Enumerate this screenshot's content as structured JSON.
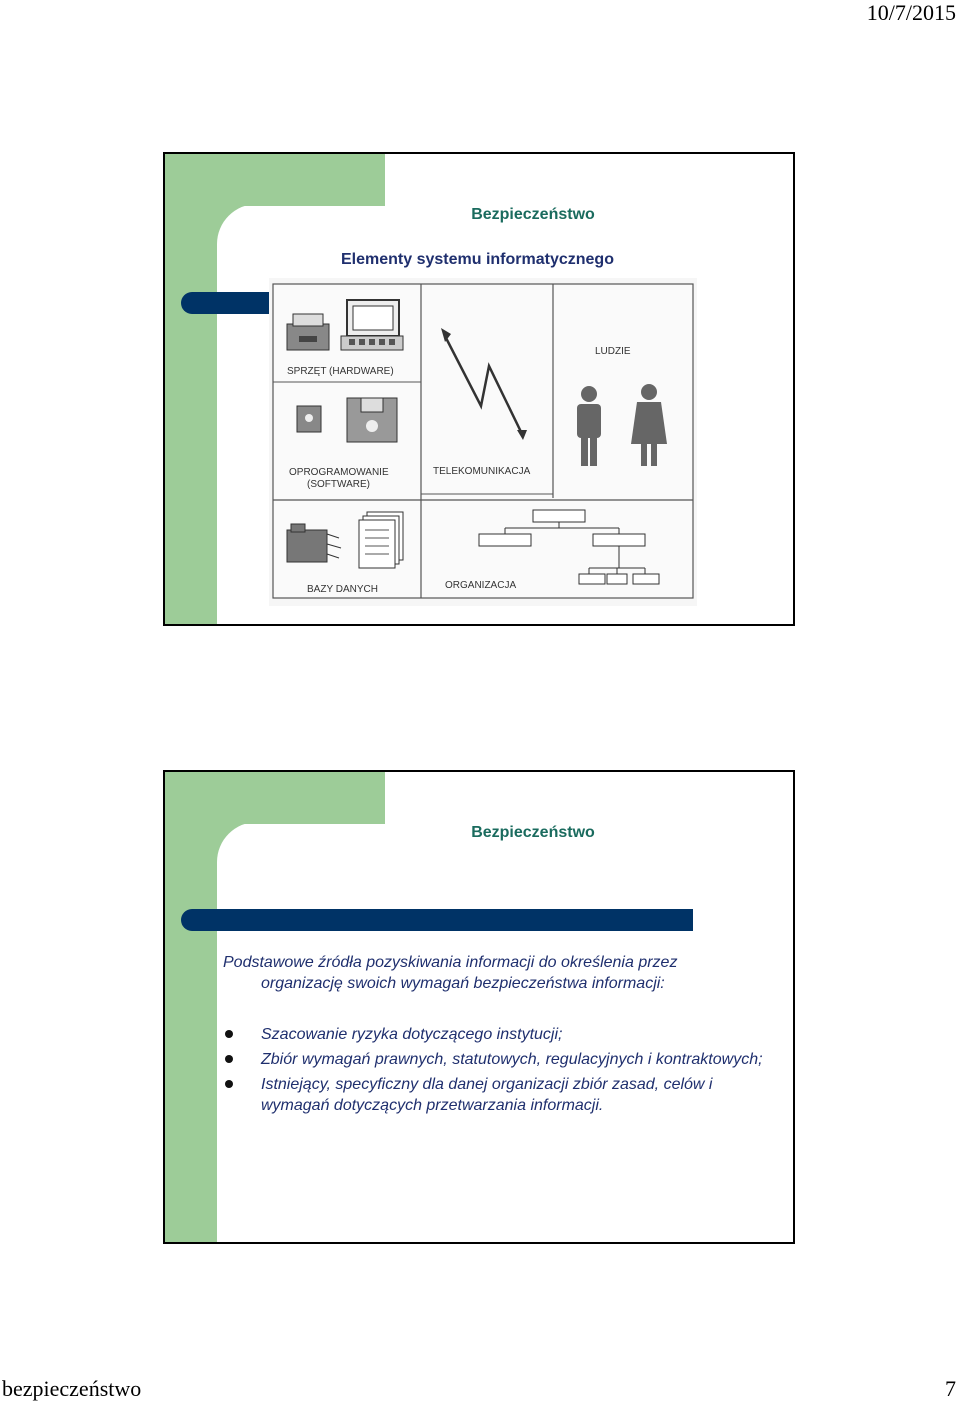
{
  "header": {
    "date": "10/7/2015"
  },
  "footer": {
    "left": "bezpieczeństwo",
    "page_number": "7"
  },
  "slide1": {
    "title": "Bezpieczeństwo",
    "heading": "Elementy systemu informatycznego",
    "figure": {
      "labels": {
        "hardware": "SPRZĘT (HARDWARE)",
        "software_1": "OPROGRAMOWANIE",
        "software_2": "(SOFTWARE)",
        "telecom": "TELEKOMUNIKACJA",
        "people": "LUDZIE",
        "databases": "BAZY DANYCH",
        "organization": "ORGANIZACJA"
      }
    }
  },
  "slide2": {
    "title": "Bezpieczeństwo",
    "intro_line1": "Podstawowe źródła pozyskiwania informacji do określenia przez",
    "intro_line2": "organizację swoich wymagań bezpieczeństwa informacji:",
    "bullets": [
      "Szacowanie ryzyka dotyczącego instytucji;",
      "Zbiór wymagań prawnych, statutowych, regulacyjnych i kontraktowych;",
      "Istniejący, specyficzny dla danej organizacji zbiór zasad, celów i wymagań dotyczących przetwarzania informacji."
    ]
  },
  "colors": {
    "green": "#9dcc98",
    "navy_bar": "#003366",
    "title_teal": "#1a6b5e",
    "text_blue": "#1f2f6e"
  }
}
